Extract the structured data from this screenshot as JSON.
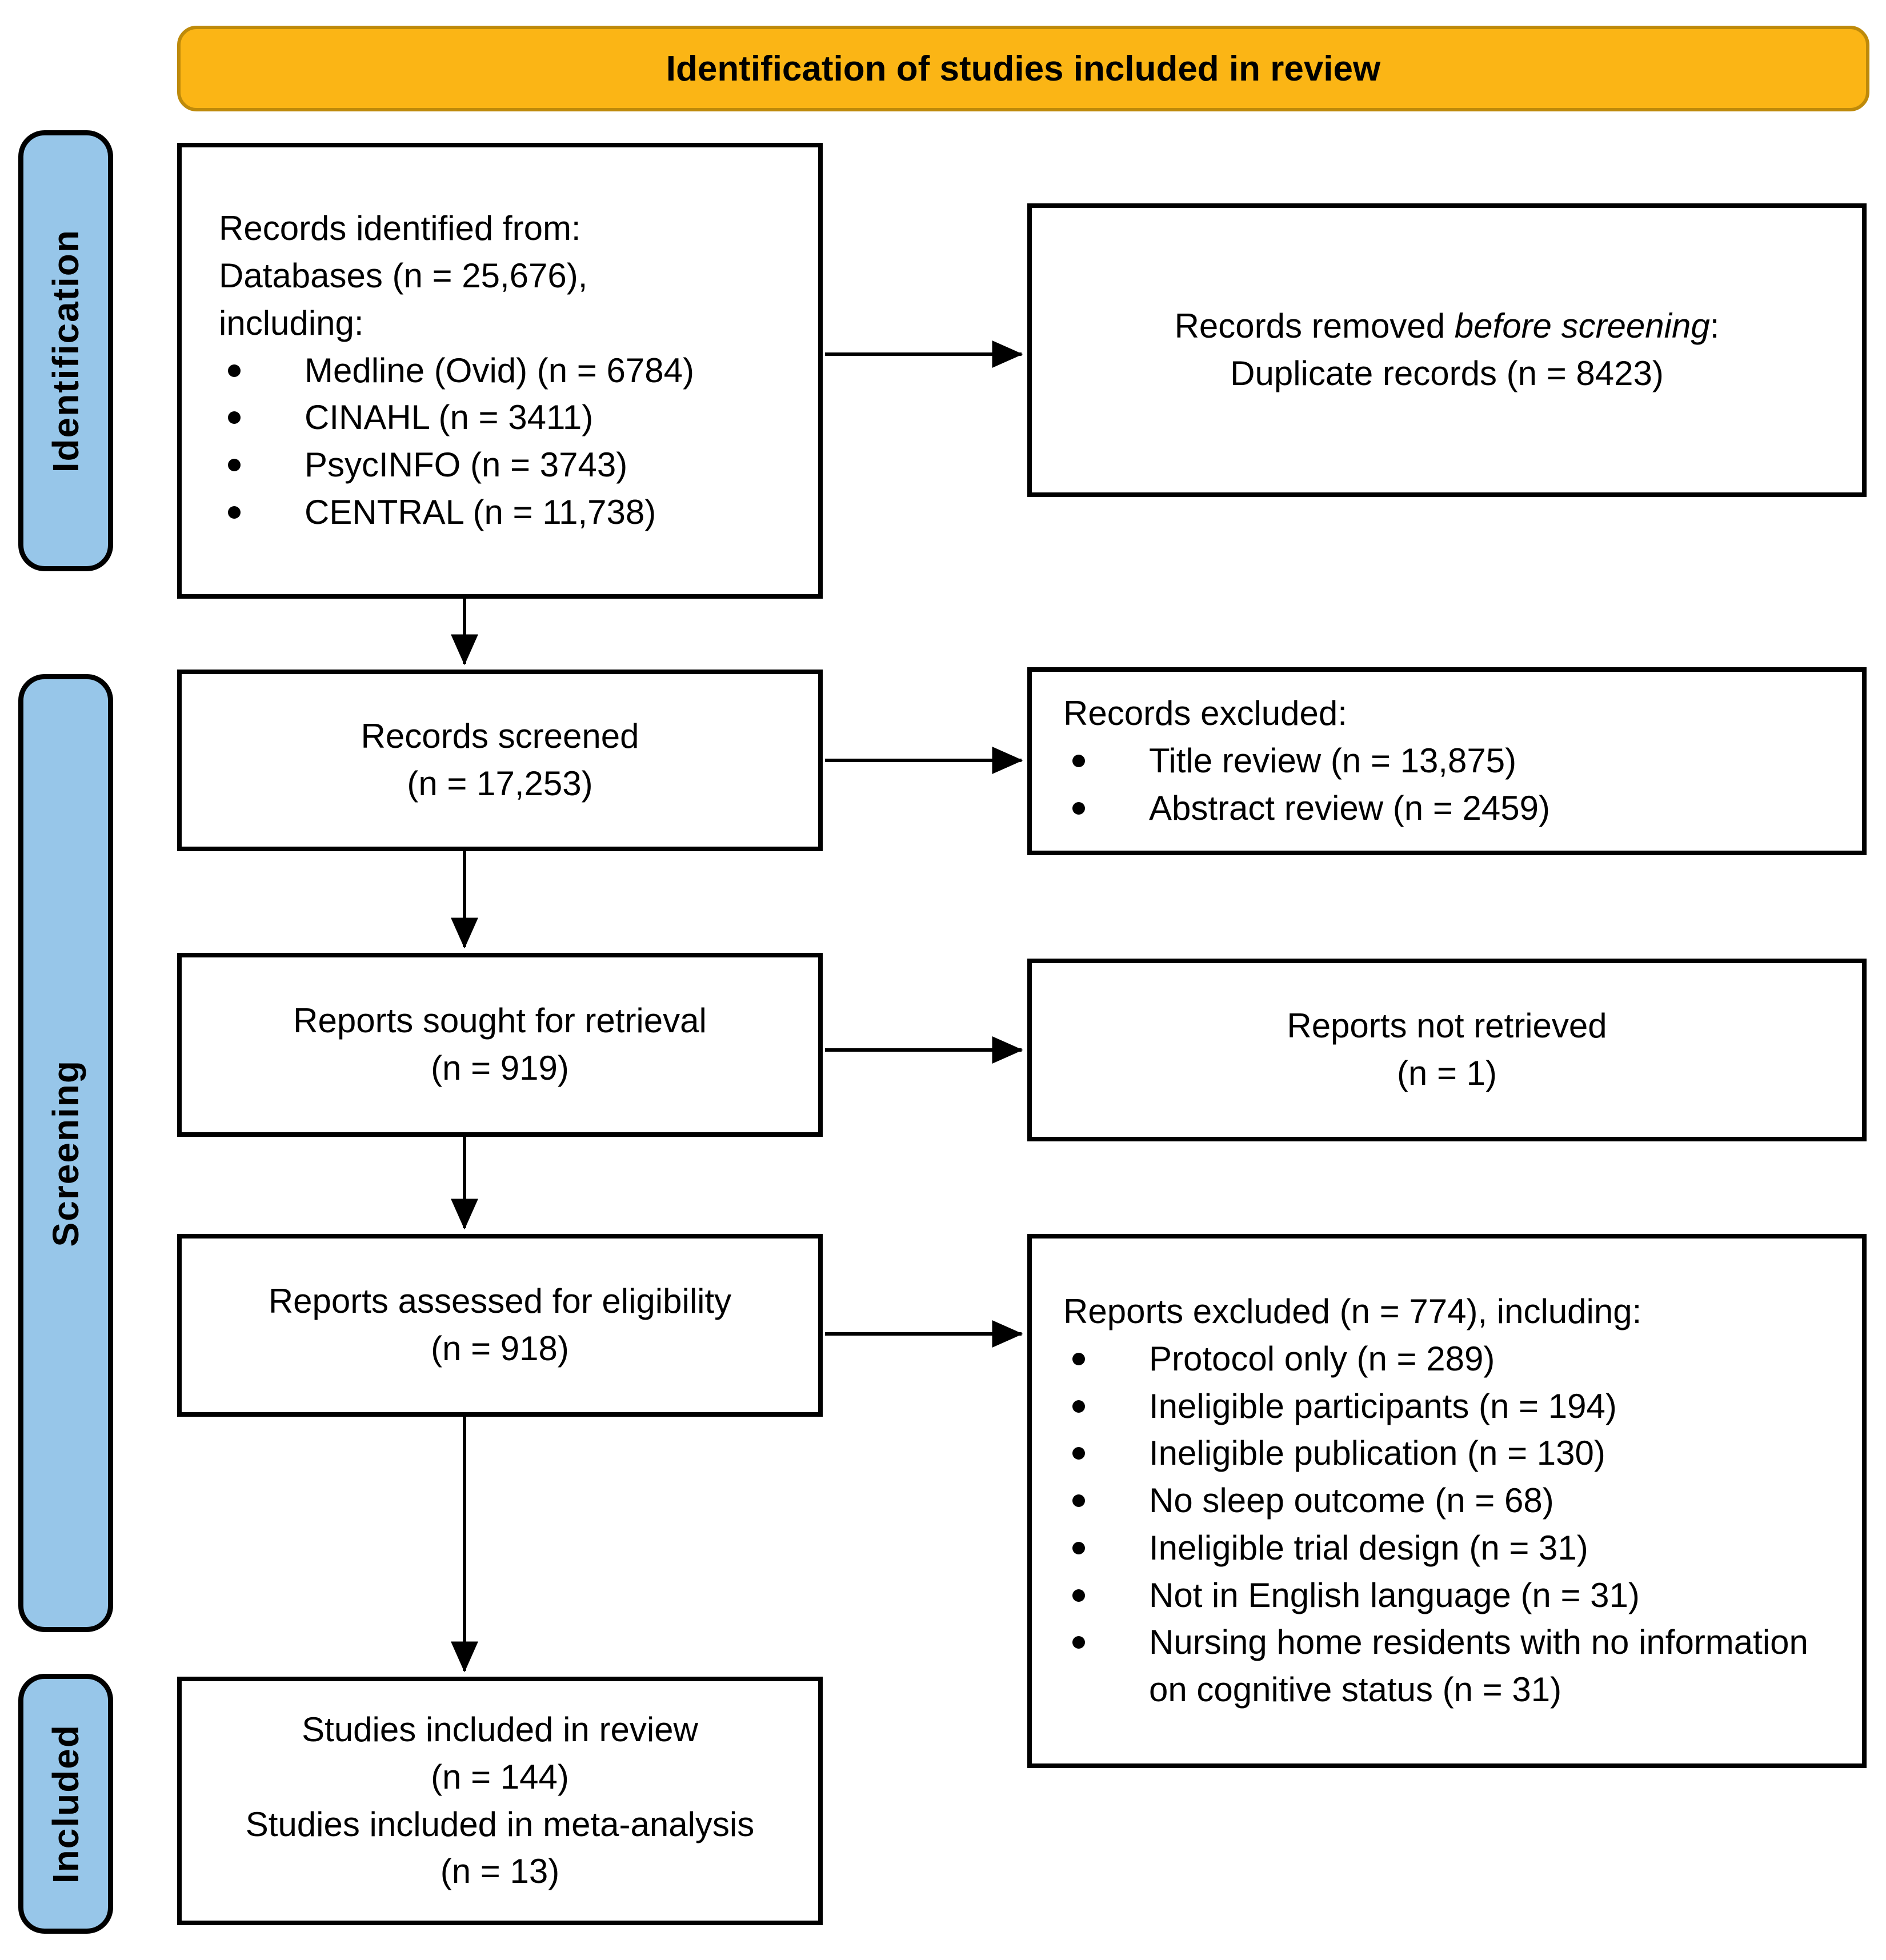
{
  "banner": {
    "label": "Identification of studies included in review"
  },
  "colors": {
    "banner_fill": "#FBB515",
    "banner_border": "#BE8A0A",
    "stage_fill": "#97C6E9",
    "box_border": "#000000"
  },
  "stages": {
    "identification": "Identification",
    "screening": "Screening",
    "included": "Included"
  },
  "boxes": {
    "records_identified": {
      "intro": [
        "Records identified from:",
        "Databases (n = 25,676),",
        "including:"
      ],
      "bullets": [
        "Medline (Ovid) (n = 6784)",
        "CINAHL (n = 3411)",
        "PsycINFO (n = 3743)",
        "CENTRAL (n = 11,738)"
      ]
    },
    "records_removed": {
      "prefix": "Records removed ",
      "italic": "before screening",
      "suffix": ":",
      "line2": "Duplicate records (n = 8423)"
    },
    "records_screened": {
      "line1": "Records screened",
      "line2": "(n = 17,253)"
    },
    "records_excluded": {
      "title": "Records excluded:",
      "bullets": [
        "Title review (n = 13,875)",
        "Abstract review (n = 2459)"
      ]
    },
    "reports_sought": {
      "line1": "Reports sought for retrieval",
      "line2": "(n = 919)"
    },
    "reports_not_retrieved": {
      "line1": "Reports not retrieved",
      "line2": "(n = 1)"
    },
    "reports_assessed": {
      "line1": "Reports assessed for eligibility",
      "line2": "(n = 918)"
    },
    "reports_excluded": {
      "title": "Reports excluded (n = 774), including:",
      "bullets": [
        "Protocol only (n = 289)",
        "Ineligible participants (n = 194)",
        "Ineligible publication (n = 130)",
        "No sleep outcome (n = 68)",
        "Ineligible trial design (n = 31)",
        "Not in English language (n = 31)",
        "Nursing home residents with no information on cognitive status (n = 31)"
      ]
    },
    "studies_included": {
      "lines": [
        "Studies included in review",
        "(n = 144)",
        "Studies included in meta-analysis",
        "(n = 13)"
      ]
    }
  }
}
